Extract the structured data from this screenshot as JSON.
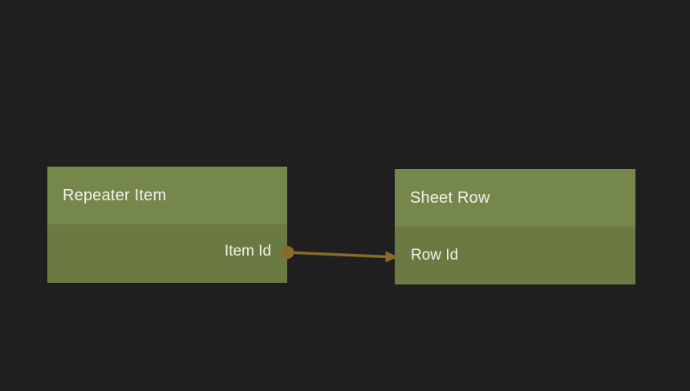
{
  "canvas": {
    "background": "#1f1f20"
  },
  "colors": {
    "node_header": "#75874b",
    "node_body": "#6b7a43",
    "text": "#f1f2eb",
    "connector": "#8a6a28"
  },
  "nodes": [
    {
      "title": "Repeater Item",
      "fields": [
        {
          "label": "Item Id",
          "port": "output"
        }
      ]
    },
    {
      "title": "Sheet Row",
      "fields": [
        {
          "label": "Row Id",
          "port": "input"
        }
      ]
    }
  ],
  "connection": {
    "from_node": "Repeater Item",
    "from_field": "Item Id",
    "to_node": "Sheet Row",
    "to_field": "Row Id"
  }
}
